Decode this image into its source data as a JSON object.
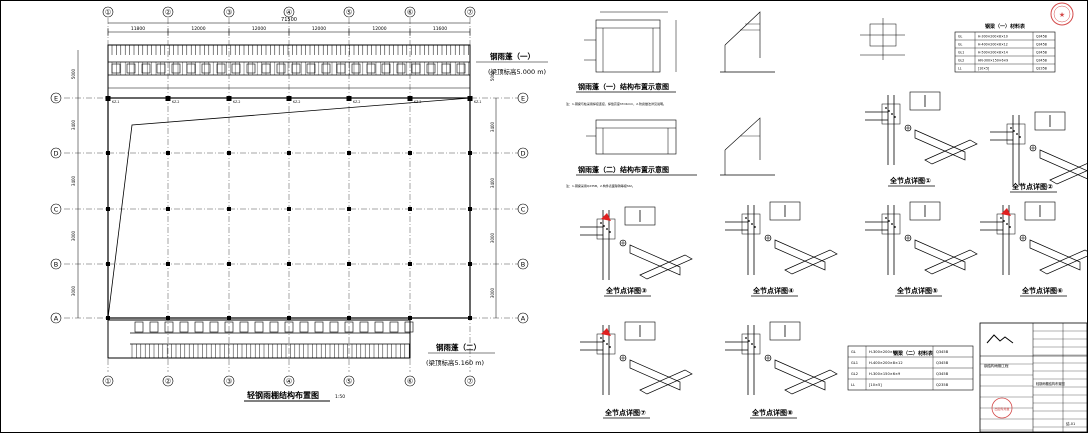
{
  "plan": {
    "title": "轻钢雨棚结构布置图",
    "scale": "1:50",
    "top_total": "71500",
    "top_spans": [
      "11800",
      "12000",
      "12000",
      "12000",
      "12000",
      "11600"
    ],
    "axes_x": [
      "①",
      "②",
      "③",
      "④",
      "⑤",
      "⑥",
      "⑦"
    ],
    "axes_y": [
      "E",
      "D",
      "C",
      "B",
      "A"
    ],
    "side_dims": [
      "5000",
      "3400",
      "3400",
      "3000",
      "3000"
    ],
    "canopy1": {
      "title": "钢雨蓬（一）",
      "elev": "(梁顶标高5.000 m)"
    },
    "canopy2": {
      "title": "钢雨蓬（二）",
      "elev": "(梁顶标高5.160 m)"
    },
    "kz_labels": [
      "KZ-1",
      "KZ-2",
      "KZ-2",
      "KZ-2",
      "KZ-2",
      "KZ-2",
      "KZ-1"
    ]
  },
  "sections": {
    "s1": {
      "title": "钢雨蓬（一）结构布置示意图",
      "note": "注：1.钢梁与柱采用焊接连接，焊缝高度hf=6mm，2.防腐做法详见说明。"
    },
    "s2": {
      "title": "钢雨蓬（二）结构布置示意图",
      "note": "注：1.钢梁采用Q235B，2.构件表面除锈等级St2。"
    }
  },
  "nodes": [
    {
      "label": "全节点详图①"
    },
    {
      "label": "全节点详图②"
    },
    {
      "label": "全节点详图③"
    },
    {
      "label": "全节点详图④"
    },
    {
      "label": "全节点详图⑤"
    },
    {
      "label": "全节点详图⑥"
    },
    {
      "label": "全节点详图⑦"
    },
    {
      "label": "全节点详图⑧"
    }
  ],
  "table1": {
    "title": "钢梁（一）材料表",
    "rows": [
      [
        "GL",
        "H-300×200×8×10",
        "Q345B"
      ],
      [
        "GL",
        "H-400×200×8×12",
        "Q345B"
      ],
      [
        "GL1",
        "H-500×200×8×14",
        "Q345B"
      ],
      [
        "GL2",
        "HN-300×150×6×9",
        "Q345B"
      ],
      [
        "LL",
        "[10×5]",
        "Q235B"
      ]
    ]
  },
  "table2": {
    "title": "钢梁（二）材料表",
    "rows": [
      [
        "GL",
        "H-300×200×8×10",
        "Q345B"
      ],
      [
        "GL1",
        "H-400×200×8×12",
        "Q345B"
      ],
      [
        "GL2",
        "H-300×150×6×9",
        "Q345B"
      ],
      [
        "LL",
        "[10×5]",
        "Q235B"
      ]
    ]
  },
  "titleblock": {
    "project": "钢结构雨棚工程",
    "drawing": "轻钢雨棚结构布置图",
    "drawing_no": "结-01",
    "stamp": "出图专用章"
  },
  "colors": {
    "line": "#000000",
    "stamp": "#d44a4a",
    "accent": "#e02020"
  }
}
